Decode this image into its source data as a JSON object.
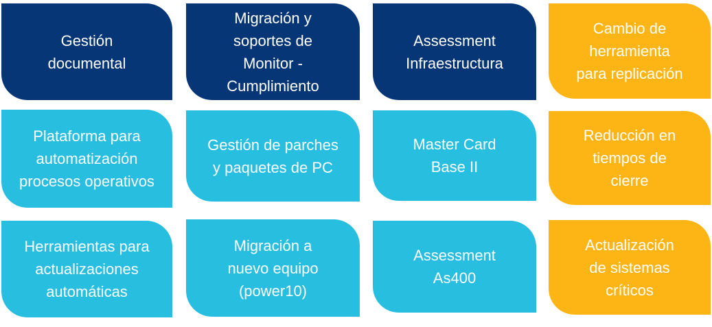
{
  "colors": {
    "navy": "#073677",
    "cyan": "#27bee0",
    "gold": "#fdb515",
    "text": "#ffffff"
  },
  "tiles": {
    "gestion_documental": "Gestión documental",
    "migracion_soportes": "Migración y soportes de Monitor - Cumplimiento",
    "assessment_infraestructura": "Assessment Infraestructura",
    "cambio_herramienta": "Cambio de herramienta para replicación",
    "plataforma_automatizacion": "Plataforma para automatización procesos operativos",
    "gestion_parches": "Gestión de parches y paquetes de PC",
    "master_card": "Master Card Base II",
    "reduccion_tiempos": "Reducción en tiempos de cierre",
    "herramientas_actualizaciones": "Herramientas para actualizaciones automáticas",
    "migracion_power10": "Migración a nuevo equipo (power10)",
    "assessment_as400": "Assessment As400",
    "actualizacion_sistemas": "Actualización de sistemas críticos"
  }
}
